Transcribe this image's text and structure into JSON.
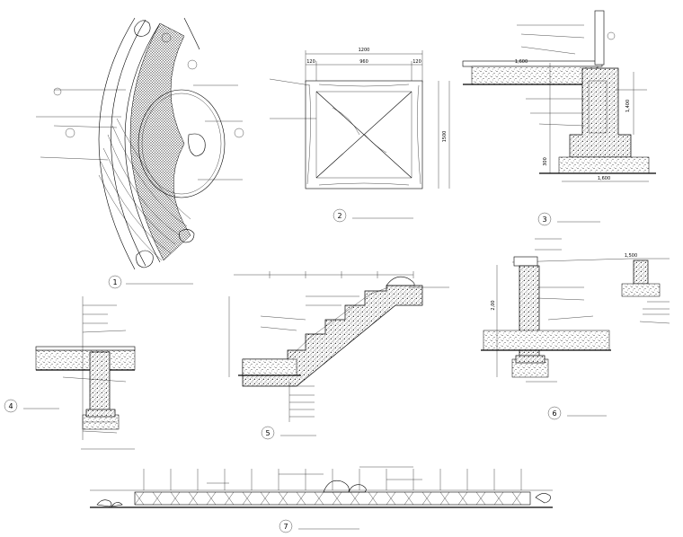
{
  "drawing": {
    "views": [
      {
        "id": "v1",
        "number": "1"
      },
      {
        "id": "v2",
        "number": "2"
      },
      {
        "id": "v3",
        "number": "3"
      },
      {
        "id": "v4",
        "number": "4"
      },
      {
        "id": "v5",
        "number": "5"
      },
      {
        "id": "v6",
        "number": "6"
      },
      {
        "id": "v7",
        "number": "7"
      }
    ],
    "dimensions": {
      "v2_overall_width": "1200",
      "v2_left_segment": "120",
      "v2_middle_segment": "960",
      "v2_right_segment": "120",
      "v2_height": "1500",
      "v3_top": "1,600",
      "v3_mid": "1,400",
      "v3_base": "1,600",
      "v3_base_height": "300",
      "v6_top": "1,500",
      "v6_side": "2,00"
    },
    "colors": {
      "ink": "#000000",
      "paper": "#ffffff"
    }
  }
}
